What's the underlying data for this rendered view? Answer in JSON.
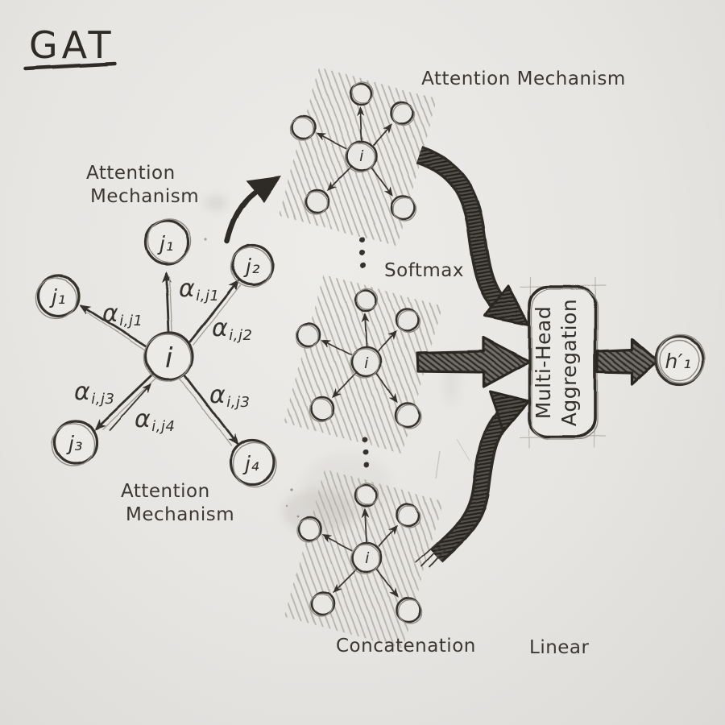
{
  "colors": {
    "paper": "#e7e5e2",
    "ink": "#34312d",
    "pencil_light": "#a09c96",
    "hatch": "#b6b2ac"
  },
  "title": {
    "text": "GAT"
  },
  "left_graph": {
    "heading_line1": "Attention",
    "heading_line2": "Mechanism",
    "footer_line1": "Attention",
    "footer_line2": "Mechanism",
    "center_label": "i",
    "nodes": {
      "top": "j₁",
      "left": "j₁",
      "right": "j₂",
      "bottom_left": "j₃",
      "bottom_right": "j₄"
    },
    "edge_labels": {
      "to_top": {
        "base": "α",
        "sub": "i,j1"
      },
      "to_left": {
        "base": "α",
        "sub": "i,j1"
      },
      "to_right": {
        "base": "α",
        "sub": "i,j2"
      },
      "to_bottom_left": {
        "base": "α",
        "sub": "i,j3"
      },
      "to_center": {
        "base": "α",
        "sub": "i,j4"
      },
      "to_bottom_right": {
        "base": "α",
        "sub": "i,j3"
      }
    }
  },
  "middle_column": {
    "attention_label": "Attention Mechanism",
    "softmax_label": "Softmax",
    "concatenation_label": "Concatenation",
    "heads": [
      {
        "center_label": "i"
      },
      {
        "center_label": "i"
      },
      {
        "center_label": "i"
      }
    ]
  },
  "aggregation_box": {
    "line1": "Multi-Head",
    "line2": "Aggregation"
  },
  "output": {
    "node_label": "h′₁",
    "linear_label": "Linear"
  }
}
